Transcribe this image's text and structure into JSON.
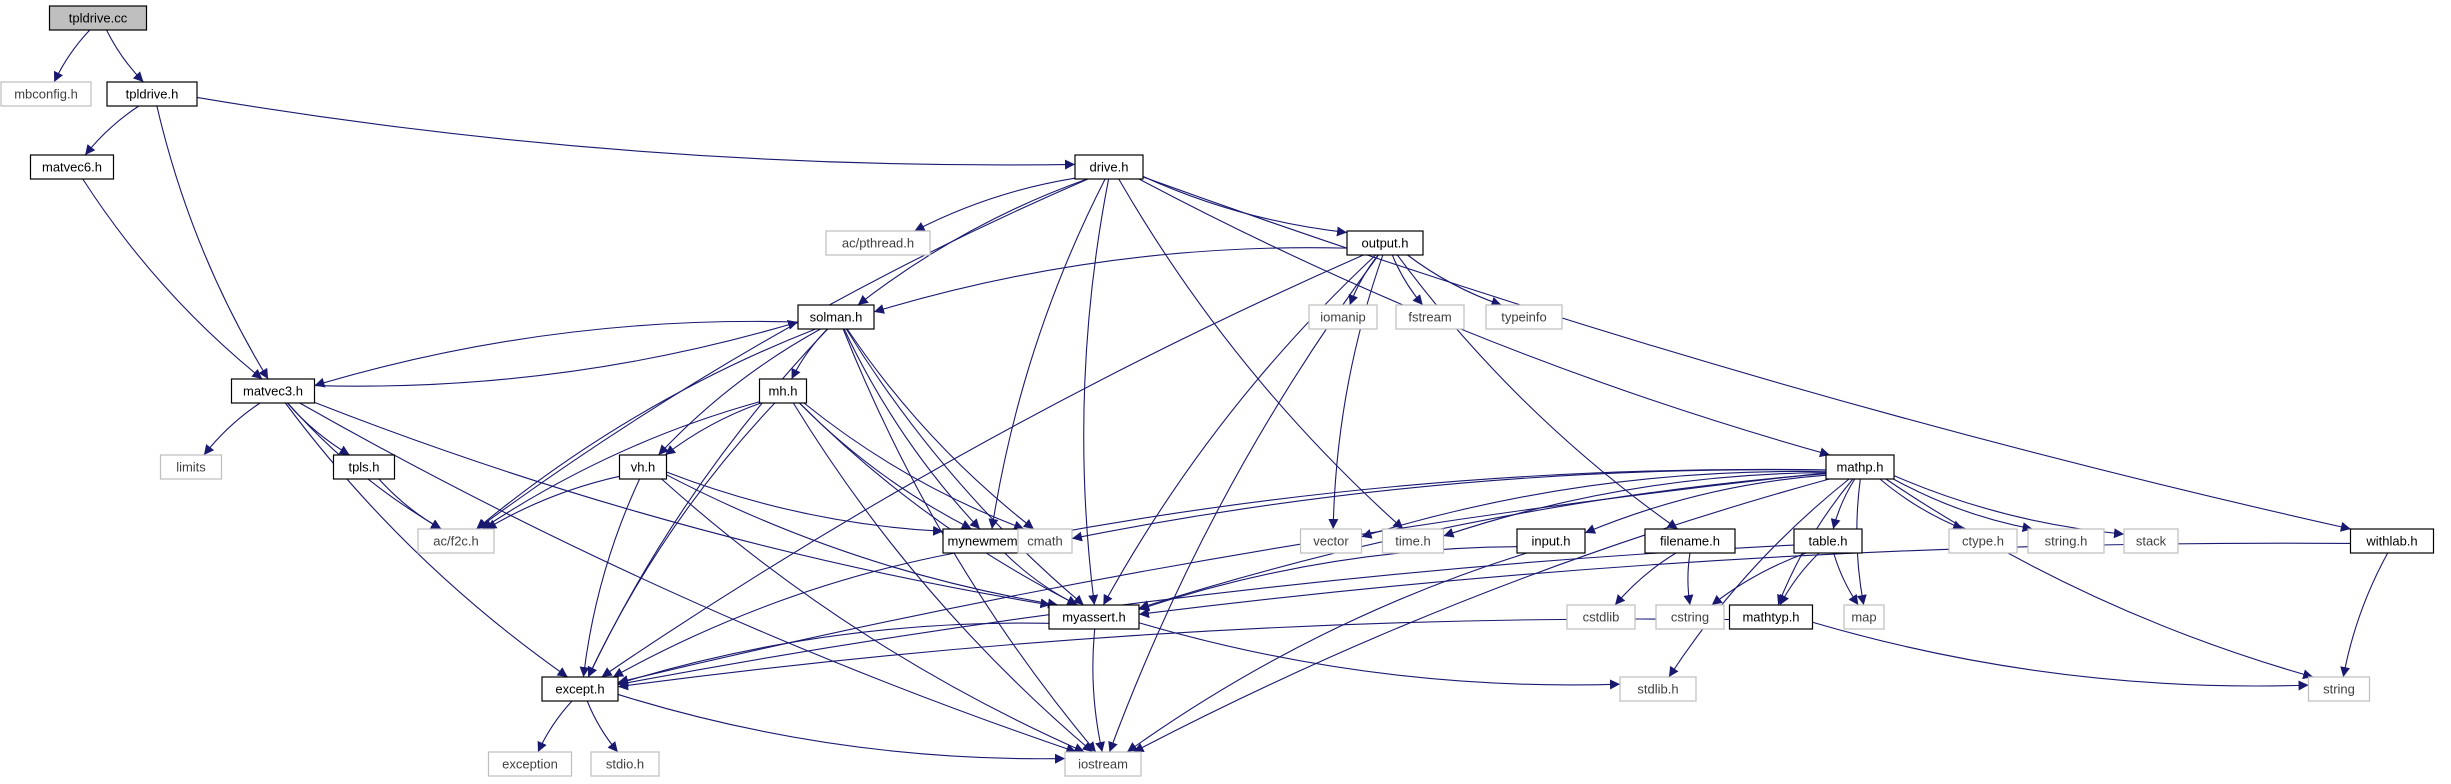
{
  "colors": {
    "edge": "#191970",
    "box_border_doc": "#000000",
    "box_border_ext": "#bfbfbf",
    "box_fill_root": "#bfbfbf",
    "text_doc": "#000000",
    "text_ext": "#404040"
  },
  "nodes": [
    {
      "id": "tpldrive_cc",
      "label": "tpldrive.cc",
      "kind": "root"
    },
    {
      "id": "mbconfig_h",
      "label": "mbconfig.h",
      "kind": "ext"
    },
    {
      "id": "tpldrive_h",
      "label": "tpldrive.h",
      "kind": "doc"
    },
    {
      "id": "matvec6_h",
      "label": "matvec6.h",
      "kind": "doc"
    },
    {
      "id": "drive_h",
      "label": "drive.h",
      "kind": "doc"
    },
    {
      "id": "ac_pthread_h",
      "label": "ac/pthread.h",
      "kind": "ext"
    },
    {
      "id": "output_h",
      "label": "output.h",
      "kind": "doc"
    },
    {
      "id": "iomanip",
      "label": "iomanip",
      "kind": "ext"
    },
    {
      "id": "fstream",
      "label": "fstream",
      "kind": "ext"
    },
    {
      "id": "typeinfo",
      "label": "typeinfo",
      "kind": "ext"
    },
    {
      "id": "solman_h",
      "label": "solman.h",
      "kind": "doc"
    },
    {
      "id": "matvec3_h",
      "label": "matvec3.h",
      "kind": "doc"
    },
    {
      "id": "limits",
      "label": "limits",
      "kind": "ext"
    },
    {
      "id": "tpls_h",
      "label": "tpls.h",
      "kind": "doc"
    },
    {
      "id": "ac_f2c_h",
      "label": "ac/f2c.h",
      "kind": "ext"
    },
    {
      "id": "mh_h",
      "label": "mh.h",
      "kind": "doc"
    },
    {
      "id": "vh_h",
      "label": "vh.h",
      "kind": "doc"
    },
    {
      "id": "mynewmem_h",
      "label": "mynewmem.h",
      "kind": "doc"
    },
    {
      "id": "cmath",
      "label": "cmath",
      "kind": "ext"
    },
    {
      "id": "myassert_h",
      "label": "myassert.h",
      "kind": "doc"
    },
    {
      "id": "except_h",
      "label": "except.h",
      "kind": "doc"
    },
    {
      "id": "exception",
      "label": "exception",
      "kind": "ext"
    },
    {
      "id": "stdio_h",
      "label": "stdio.h",
      "kind": "ext"
    },
    {
      "id": "iostream",
      "label": "iostream",
      "kind": "ext"
    },
    {
      "id": "stdlib_h",
      "label": "stdlib.h",
      "kind": "ext"
    },
    {
      "id": "mathp_h",
      "label": "mathp.h",
      "kind": "doc"
    },
    {
      "id": "vector",
      "label": "vector",
      "kind": "ext"
    },
    {
      "id": "time_h",
      "label": "time.h",
      "kind": "ext"
    },
    {
      "id": "input_h",
      "label": "input.h",
      "kind": "doc"
    },
    {
      "id": "filename_h",
      "label": "filename.h",
      "kind": "doc"
    },
    {
      "id": "cstdlib",
      "label": "cstdlib",
      "kind": "ext"
    },
    {
      "id": "cstring",
      "label": "cstring",
      "kind": "ext"
    },
    {
      "id": "table_h",
      "label": "table.h",
      "kind": "doc"
    },
    {
      "id": "map",
      "label": "map",
      "kind": "ext"
    },
    {
      "id": "mathtyp_h",
      "label": "mathtyp.h",
      "kind": "doc"
    },
    {
      "id": "ctype_h",
      "label": "ctype.h",
      "kind": "ext"
    },
    {
      "id": "string_h",
      "label": "string.h",
      "kind": "ext"
    },
    {
      "id": "stack",
      "label": "stack",
      "kind": "ext"
    },
    {
      "id": "string",
      "label": "string",
      "kind": "ext"
    },
    {
      "id": "withlab_h",
      "label": "withlab.h",
      "kind": "doc"
    }
  ],
  "edges": [
    [
      "tpldrive_cc",
      "mbconfig_h"
    ],
    [
      "tpldrive_cc",
      "tpldrive_h"
    ],
    [
      "tpldrive_h",
      "matvec6_h"
    ],
    [
      "tpldrive_h",
      "drive_h"
    ],
    [
      "tpldrive_h",
      "matvec3_h"
    ],
    [
      "matvec6_h",
      "matvec3_h"
    ],
    [
      "drive_h",
      "ac_pthread_h"
    ],
    [
      "drive_h",
      "output_h"
    ],
    [
      "drive_h",
      "solman_h"
    ],
    [
      "drive_h",
      "mynewmem_h"
    ],
    [
      "drive_h",
      "myassert_h"
    ],
    [
      "drive_h",
      "ac_f2c_h"
    ],
    [
      "drive_h",
      "time_h"
    ],
    [
      "drive_h",
      "mathp_h"
    ],
    [
      "drive_h",
      "withlab_h"
    ],
    [
      "output_h",
      "iomanip"
    ],
    [
      "output_h",
      "fstream"
    ],
    [
      "output_h",
      "typeinfo"
    ],
    [
      "output_h",
      "solman_h"
    ],
    [
      "output_h",
      "except_h"
    ],
    [
      "output_h",
      "myassert_h"
    ],
    [
      "output_h",
      "vector"
    ],
    [
      "output_h",
      "filename_h"
    ],
    [
      "output_h",
      "iostream"
    ],
    [
      "solman_h",
      "matvec3_h"
    ],
    [
      "solman_h",
      "mh_h"
    ],
    [
      "solman_h",
      "vh_h"
    ],
    [
      "solman_h",
      "mynewmem_h"
    ],
    [
      "solman_h",
      "cmath"
    ],
    [
      "solman_h",
      "myassert_h"
    ],
    [
      "solman_h",
      "iostream"
    ],
    [
      "solman_h",
      "ac_f2c_h"
    ],
    [
      "solman_h",
      "except_h"
    ],
    [
      "matvec3_h",
      "solman_h"
    ],
    [
      "matvec3_h",
      "limits"
    ],
    [
      "matvec3_h",
      "tpls_h"
    ],
    [
      "matvec3_h",
      "ac_f2c_h"
    ],
    [
      "matvec3_h",
      "except_h"
    ],
    [
      "matvec3_h",
      "myassert_h"
    ],
    [
      "matvec3_h",
      "iostream"
    ],
    [
      "tpls_h",
      "ac_f2c_h"
    ],
    [
      "mh_h",
      "vh_h"
    ],
    [
      "mh_h",
      "mynewmem_h"
    ],
    [
      "mh_h",
      "cmath"
    ],
    [
      "mh_h",
      "myassert_h"
    ],
    [
      "mh_h",
      "except_h"
    ],
    [
      "mh_h",
      "iostream"
    ],
    [
      "mh_h",
      "ac_f2c_h"
    ],
    [
      "vh_h",
      "ac_f2c_h"
    ],
    [
      "vh_h",
      "mynewmem_h"
    ],
    [
      "vh_h",
      "myassert_h"
    ],
    [
      "vh_h",
      "except_h"
    ],
    [
      "vh_h",
      "iostream"
    ],
    [
      "mynewmem_h",
      "myassert_h"
    ],
    [
      "mynewmem_h",
      "except_h"
    ],
    [
      "myassert_h",
      "except_h"
    ],
    [
      "myassert_h",
      "iostream"
    ],
    [
      "myassert_h",
      "stdlib_h"
    ],
    [
      "except_h",
      "exception"
    ],
    [
      "except_h",
      "stdio_h"
    ],
    [
      "except_h",
      "iostream"
    ],
    [
      "mathp_h",
      "mynewmem_h"
    ],
    [
      "mathp_h",
      "cmath"
    ],
    [
      "mathp_h",
      "vector"
    ],
    [
      "mathp_h",
      "time_h"
    ],
    [
      "mathp_h",
      "input_h"
    ],
    [
      "mathp_h",
      "myassert_h"
    ],
    [
      "mathp_h",
      "except_h"
    ],
    [
      "mathp_h",
      "table_h"
    ],
    [
      "mathp_h",
      "mathtyp_h"
    ],
    [
      "mathp_h",
      "ctype_h"
    ],
    [
      "mathp_h",
      "string_h"
    ],
    [
      "mathp_h",
      "stack"
    ],
    [
      "mathp_h",
      "map"
    ],
    [
      "mathp_h",
      "string"
    ],
    [
      "mathp_h",
      "stdlib_h"
    ],
    [
      "mathp_h",
      "iostream"
    ],
    [
      "input_h",
      "myassert_h"
    ],
    [
      "input_h",
      "iostream"
    ],
    [
      "filename_h",
      "cstdlib"
    ],
    [
      "filename_h",
      "cstring"
    ],
    [
      "table_h",
      "mathtyp_h"
    ],
    [
      "table_h",
      "map"
    ],
    [
      "table_h",
      "cstring"
    ],
    [
      "table_h",
      "except_h"
    ],
    [
      "mathtyp_h",
      "except_h"
    ],
    [
      "mathtyp_h",
      "string"
    ],
    [
      "withlab_h",
      "myassert_h"
    ],
    [
      "withlab_h",
      "string"
    ]
  ]
}
